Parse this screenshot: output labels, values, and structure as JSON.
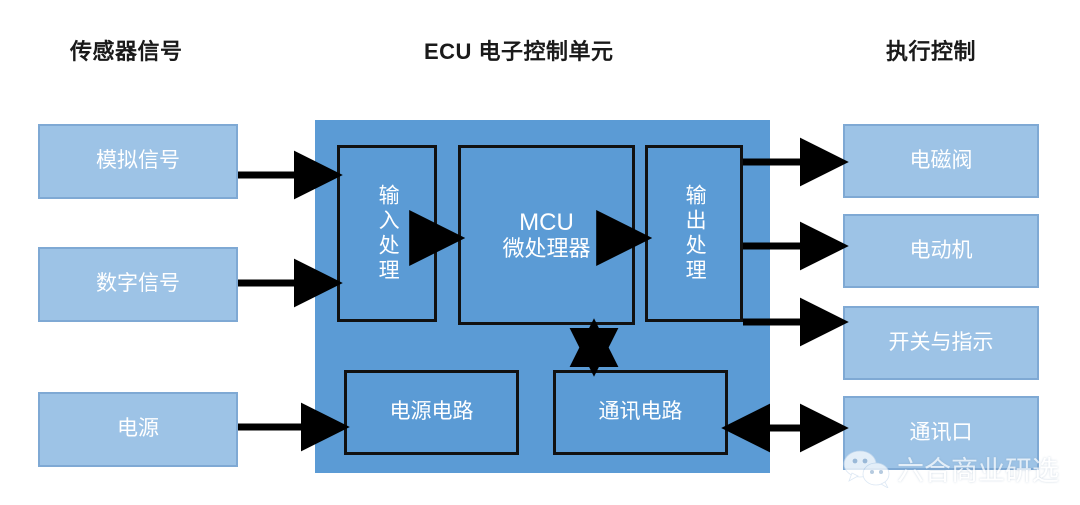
{
  "headings": {
    "left": "传感器信号",
    "center": "ECU 电子控制单元",
    "right": "执行控制"
  },
  "sensor_boxes": [
    {
      "label": "模拟信号"
    },
    {
      "label": "数字信号"
    },
    {
      "label": "电源"
    }
  ],
  "ecu_boxes": [
    {
      "label": "输入处理",
      "orientation": "vertical"
    },
    {
      "label_line1": "MCU",
      "label_line2": "微处理器",
      "orientation": "horizontal"
    },
    {
      "label": "输出处理",
      "orientation": "vertical"
    },
    {
      "label": "电源电路",
      "orientation": "horizontal"
    },
    {
      "label": "通讯电路",
      "orientation": "horizontal"
    }
  ],
  "actuator_boxes": [
    {
      "label": "电磁阀"
    },
    {
      "label": "电动机"
    },
    {
      "label": "开关与指示"
    },
    {
      "label": "通讯口"
    }
  ],
  "watermark": {
    "text": "六合商业研选",
    "icon": "wechat-icon"
  },
  "colors": {
    "panel_blue": "#5B9BD5",
    "box_blue": "#9DC3E6",
    "box_border": "#7FA9D4",
    "inner_border": "#111111",
    "arrow": "#000000",
    "text_light": "#FFFFFF",
    "heading": "#1A1A1A",
    "background": "#FFFFFF"
  }
}
